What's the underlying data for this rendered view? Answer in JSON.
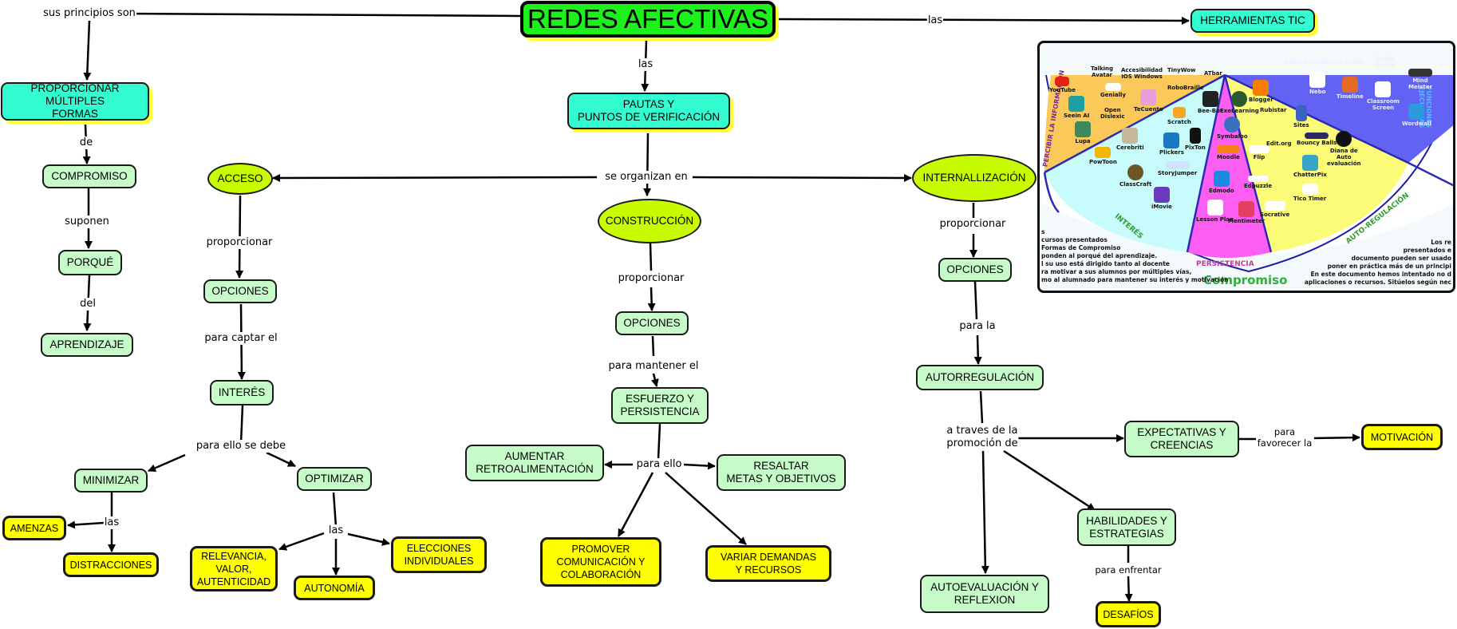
{
  "map": {
    "root": "REDES AFECTIVAS",
    "nodes": {
      "proporcionar_multiples": "PROPORCIONAR MÚLTIPLES\nFORMAS",
      "compromiso": "COMPROMISO",
      "porque": "PORQUÉ",
      "aprendizaje": "APRENDIZAJE",
      "pautas": "PAUTAS Y\nPUNTOS DE VERIFICACIÓN",
      "herramientas": "HERRAMIENTAS TIC",
      "acceso": "ACCESO",
      "construccion": "CONSTRUCCIÓN",
      "internalizacion": "INTERNALLIZACIÓN",
      "opciones_acceso": "OPCIONES",
      "interes": "INTERÉS",
      "minimizar": "MINIMIZAR",
      "optimizar": "OPTIMIZAR",
      "amenzas": "AMENZAS",
      "distracciones": "DISTRACCIONES",
      "relevancia": "RELEVANCIA,\nVALOR,\nAUTENTICIDAD",
      "autonomia": "AUTONOMÍA",
      "elecciones": "ELECCIONES\nINDIVIDUALES",
      "opciones_construccion": "OPCIONES",
      "esfuerzo": "ESFUERZO Y\nPERSISTENCIA",
      "aumentar": "AUMENTAR\nRETROALIMENTACIÓN",
      "resaltar": "RESALTAR\nMETAS Y OBJETIVOS",
      "promover": "PROMOVER\nCOMUNICACIÓN Y\nCOLABORACIÓN",
      "variar": "VARIAR DEMANDAS\nY RECURSOS",
      "opciones_internalizacion": "OPCIONES",
      "autorregulacion": "AUTORREGULACIÓN",
      "expectativas": "EXPECTATIVAS Y\nCREENCIAS",
      "motivacion": "MOTIVACIÓN",
      "habilidades": "HABILIDADES Y\nESTRATEGIAS",
      "desafios": "DESAFÍOS",
      "autoevaluacion": "AUTOEVALUACIÓN Y\nREFLEXION"
    },
    "links": {
      "sus_principios": "sus principios son",
      "las_top": "las",
      "las_tic": "las",
      "de": "de",
      "suponen": "suponen",
      "del": "del",
      "se_organizan": "se organizan en",
      "proporcionar_1": "proporcionar",
      "para_captar": "para captar el",
      "para_ello_se_debe": "para ello se debe",
      "las_min": "las",
      "las_opt": "las",
      "proporcionar_2": "proporcionar",
      "para_mantener": "para mantener el",
      "para_ello": "para ello",
      "proporcionar_3": "proporcionar",
      "para_la": "para la",
      "a_traves": "a traves de la\npromoción de",
      "para_favorecer": "para\nfavorecer la",
      "para_enfrentar": "para enfrentar"
    }
  },
  "tic_image": {
    "segments": {
      "percibir": "PERCIBIR LA INFORMACIÓN",
      "interes": "INTERÉS",
      "persistencia": "PERSISTENCIA",
      "autoregulacion": "AUTO-REGULACIÓN",
      "funciones": "FUNCIONES EJECUTIVAS",
      "compromiso": "Compromiso"
    },
    "tools": [
      "YouTube",
      "Talking\nAvatar",
      "Accesibilidad\nIOS Windows",
      "TinyWow",
      "ATbar",
      "Genially",
      "RoboBraille",
      "TeCuento",
      "Seein AI",
      "Open\nDislexic",
      "Lupa",
      "Bee-Bot",
      "ExeLearning",
      "Scratch",
      "Cerebriti",
      "Plickers",
      "PixTon",
      "PowToon",
      "StoryJumper",
      "ClassCraft",
      "iMovie",
      "Symbaloo",
      "Moodle",
      "Flip",
      "Edmodo",
      "Edpuzzle",
      "Lesson Plan",
      "Mentimeter",
      "Socrative",
      "Blogger",
      "Rubistar",
      "Sites",
      "Edit.org",
      "Bouncy Balls",
      "Diana de\nAuto\nevaluación",
      "ChatterPix",
      "Tico Timer",
      "Adapro",
      "Pearltrees",
      "Kiddle",
      "Padlet\nDigital",
      "Nebo",
      "Timeline",
      "Classroom\nScreen",
      "Mind\nMeister",
      "Wordwall"
    ],
    "note_left": "s\ncursos presentados\n Formas de Compromiso\nponden al porqué del aprendizaje.\nl su uso está  dirigido tanto al docente\nra motivar a sus alumnos por múltiples vías,\nmo al alumnado para mantener su interés y motivación",
    "note_right": "Los re\npresentados e\ndocumento pueden ser usado\nponer en práctica más de un principi\nEn este documento hemos intentado no d\naplicaciones o recursos. Sitúelos según nec"
  },
  "colors": {
    "root": "#1cf11c",
    "cyan": "#33fdd0",
    "green": "#c6fbc9",
    "yellow": "#ffff00",
    "oval": "#c8fb00",
    "shadow": "#ffff33"
  }
}
